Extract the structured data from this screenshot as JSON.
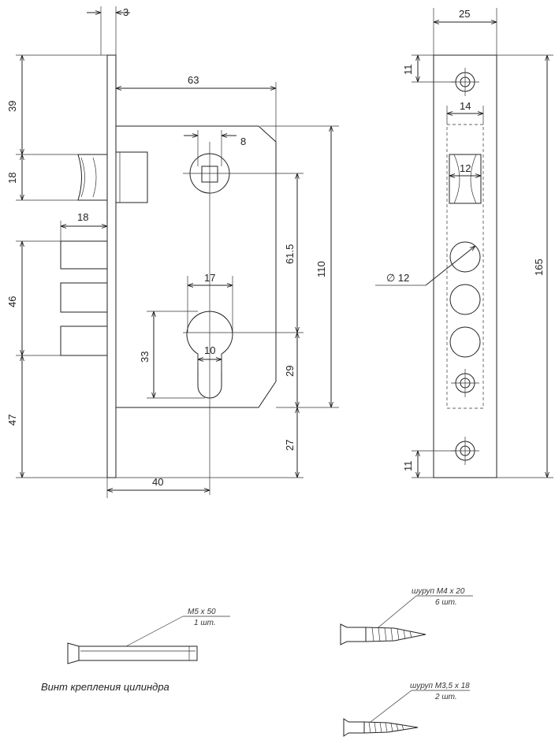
{
  "dimensions": {
    "faceplate_thickness": "3",
    "body_width": "63",
    "top_to_latch": "39",
    "latch_height": "18",
    "bolt_throw": "18",
    "bolt_block": "46",
    "bottom": "47",
    "spindle": "8",
    "spindle_to_cyl": "61.5",
    "body_height": "110",
    "cyl_width": "17",
    "cyl_height": "33",
    "cyl_cam": "10",
    "cyl_to_bottom": "29",
    "body_to_plate_end": "27",
    "backset": "40",
    "plate_width": "25",
    "plate_hole_top": "11",
    "latch_window": "14",
    "latch_face": "12",
    "bolt_diameter": "∅ 12",
    "plate_length": "165",
    "plate_hole_bottom": "11"
  },
  "parts": {
    "cylinder_screw": {
      "spec": "M5 x 50",
      "qty": "1 шт."
    },
    "cylinder_screw_caption": "Винт крепления цилиндра",
    "screw_m4": {
      "spec": "шуруп М4 x 20",
      "qty": "6 шт."
    },
    "screw_m35": {
      "spec": "шуруп М3,5 x 18",
      "qty": "2 шт."
    }
  }
}
